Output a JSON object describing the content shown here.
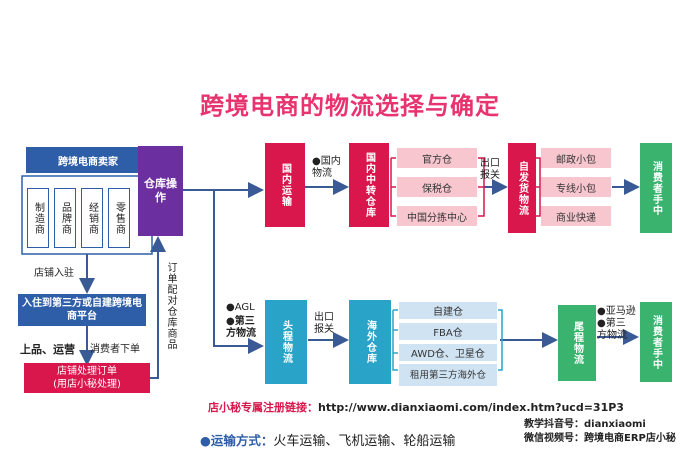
{
  "title": "跨境电商的物流选择与确定",
  "seller": {
    "header": "跨境电商卖家",
    "types": [
      "制造商",
      "品牌商",
      "经销商",
      "零售商"
    ]
  },
  "labels": {
    "store_entry": "店铺入驻",
    "listing_ops": "上品、运营",
    "consumer_order": "消费者下单",
    "warehouse_order": "订单配对仓库商品",
    "domestic_logistics": "●国内物流",
    "export_customs_1": "出口报关",
    "export_customs_2": "出口报关",
    "agl": "●AGL",
    "third_party": "●第三方物流",
    "amazon": "●亚马逊",
    "third_party_2": "●第三方物流"
  },
  "platform_box": "入住到第三方或自建跨境电商平台",
  "order_box": {
    "line1": "店铺处理订单",
    "line2": "(用店小秘处理)"
  },
  "warehouse_op": "仓库操作",
  "top_row": {
    "domestic_transport": "国内运输",
    "domestic_hub": "国内中转仓库",
    "warehouses": [
      "官方仓",
      "保税仓",
      "中国分拣中心"
    ],
    "self_delivery": "自发货物流",
    "carriers": [
      "邮政小包",
      "专线小包",
      "商业快递"
    ],
    "consumer": "消费者手中"
  },
  "bottom_row": {
    "first_leg": "头程物流",
    "overseas": "海外仓库",
    "warehouses": [
      "自建仓",
      "FBA仓",
      "AWD仓、卫星仓",
      "租用第三方海外仓"
    ],
    "last_leg": "尾程物流",
    "consumer": "消费者手中"
  },
  "footer": {
    "register_label": "店小秘专属注册链接：",
    "register_url": "http://www.dianxiaomi.com/index.htm?ucd=31P3",
    "transport_label": "●运输方式：",
    "transport_modes": "火车运输、飞机运输、轮船运输",
    "douyin": "教学抖音号：dianxiaomi",
    "wechat": "微信视频号：跨境电商ERP店小秘"
  },
  "colors": {
    "title": "#e8336f",
    "blue": "#2f5ea8",
    "purple": "#6b2fa0",
    "red": "#d9174c",
    "pink": "#f7c6cf",
    "teal": "#2aa3c8",
    "light_blue": "#cfe3f3",
    "green": "#3ab36e",
    "arrow": "#3a5a95"
  }
}
